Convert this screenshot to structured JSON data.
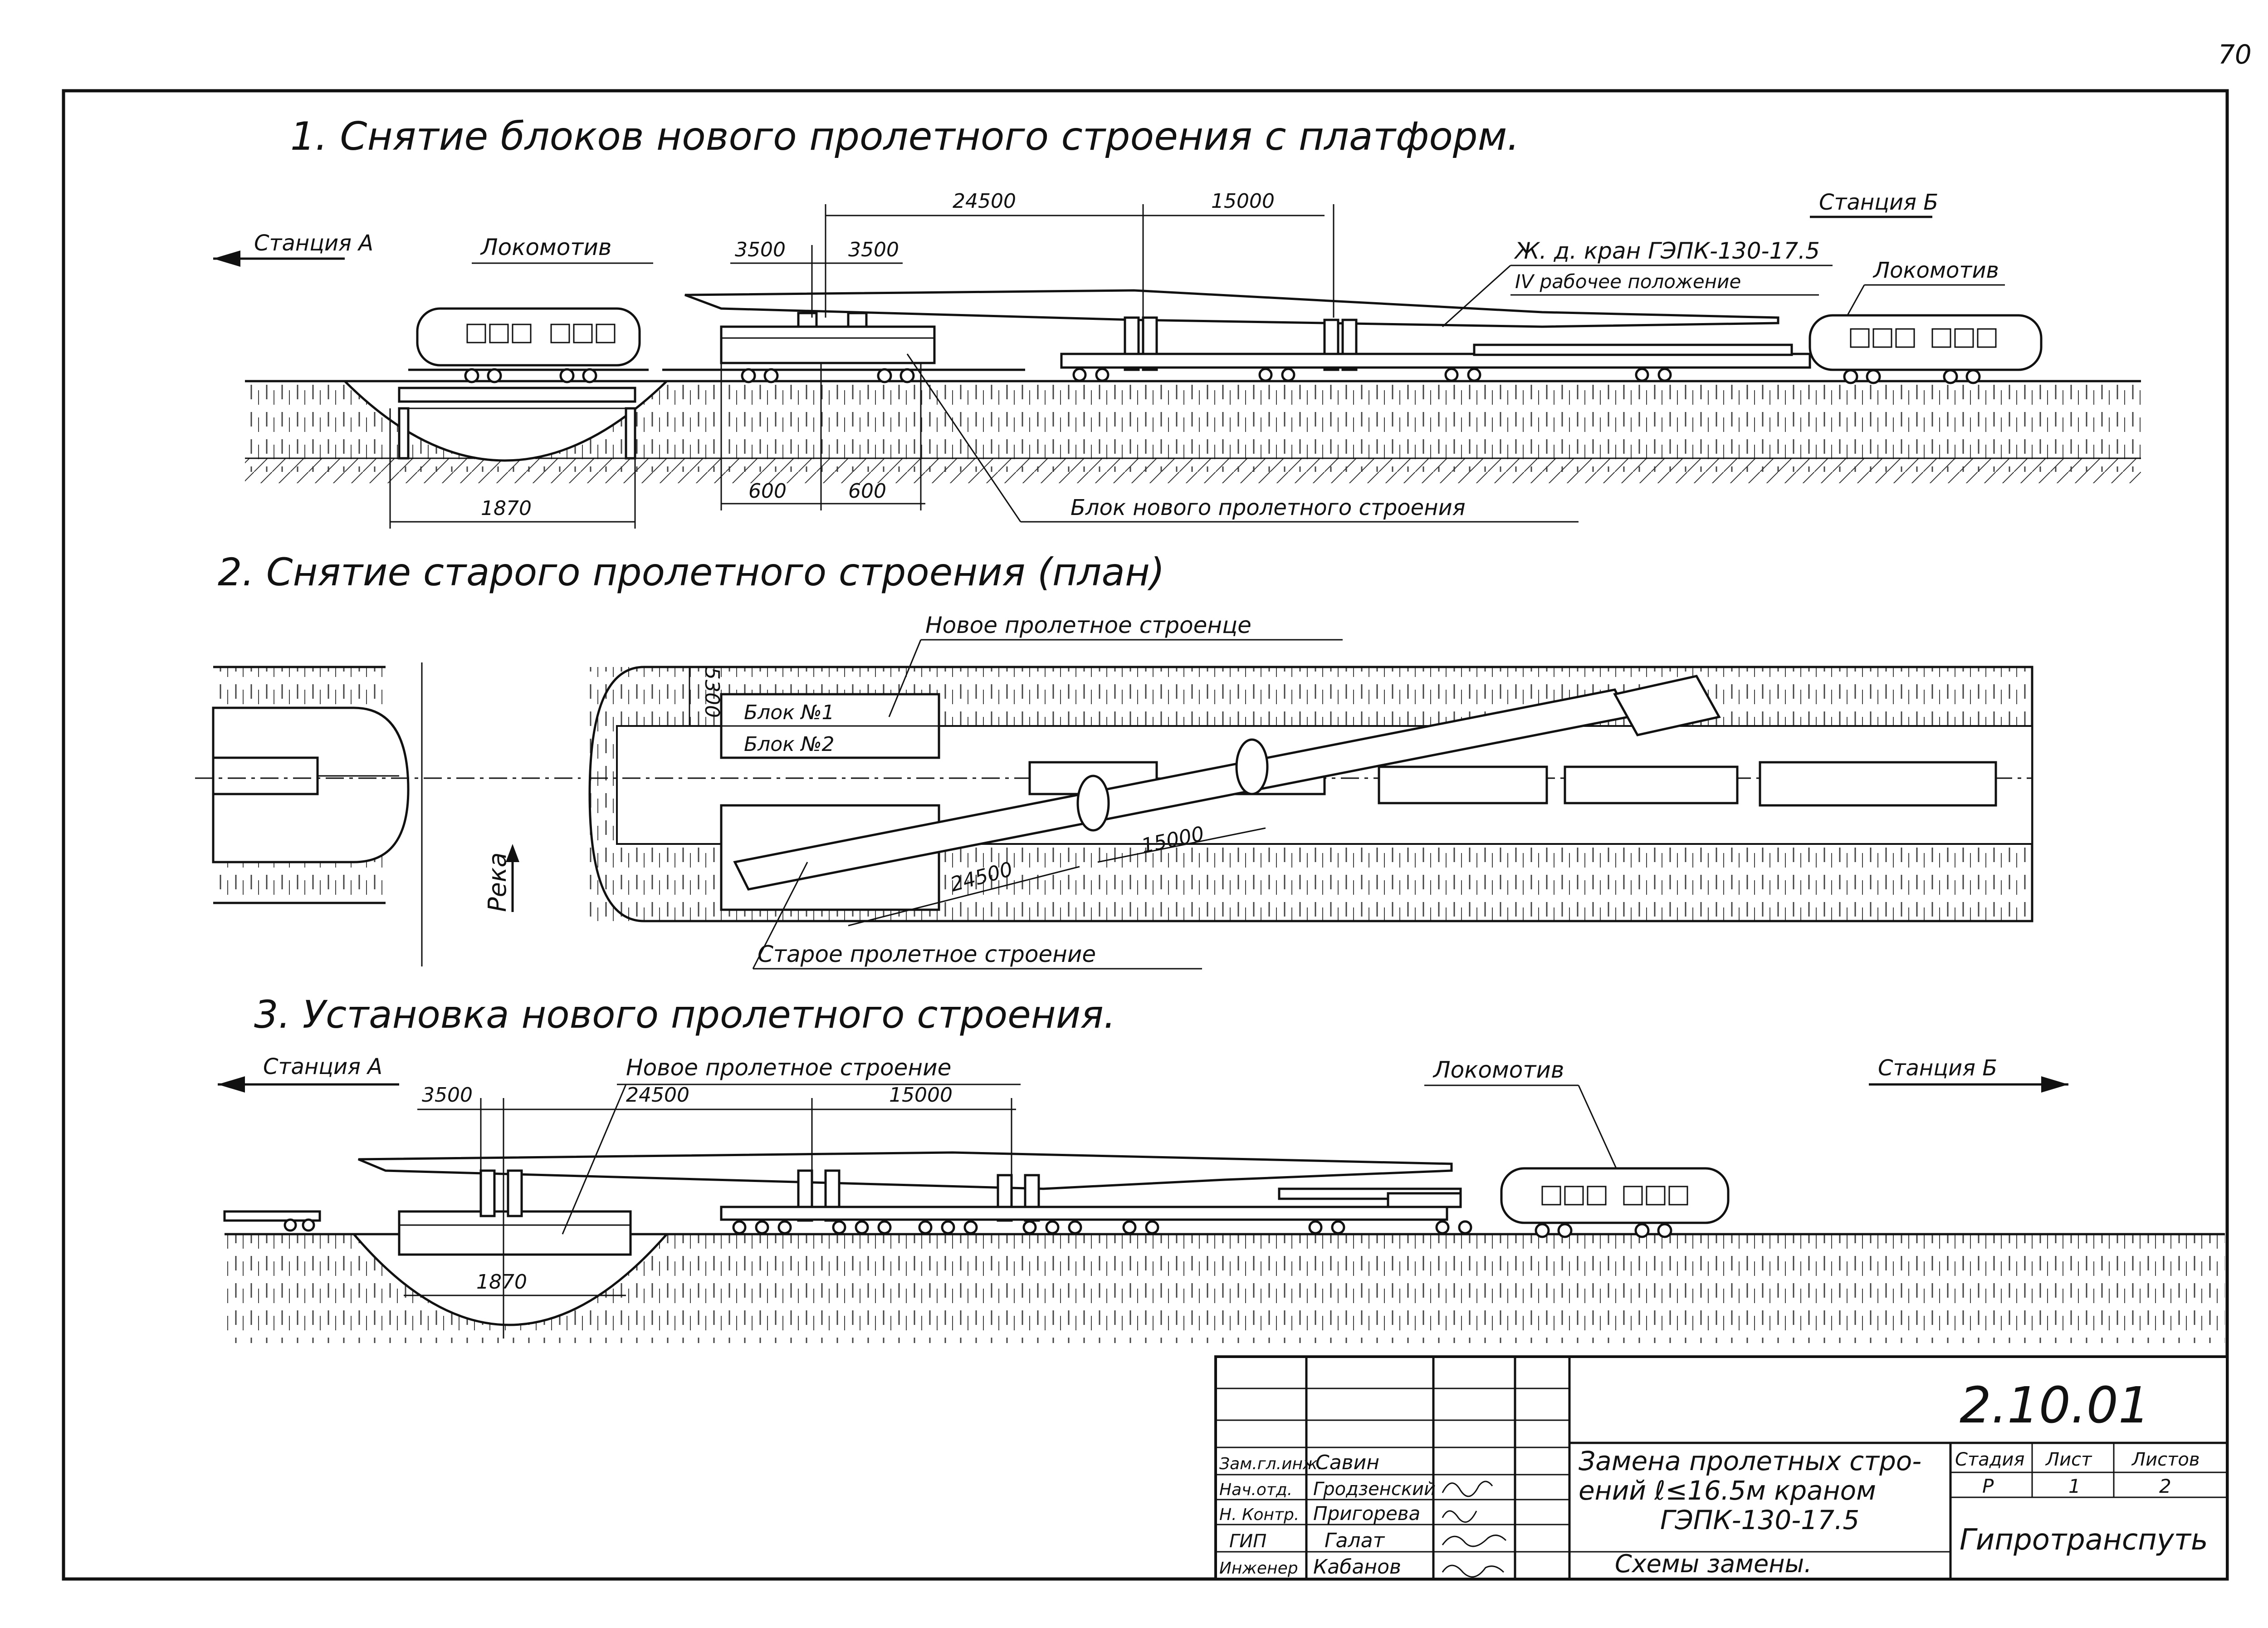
{
  "page_number": "70",
  "section1": {
    "title": "1.  Снятие  блоков  нового  пролетного  строения  с  платформ.",
    "station_a": "Станция А",
    "station_b": "Станция Б",
    "locomotive_left": "Локомотив",
    "locomotive_right": "Локомотив",
    "crane_label": "Ж. д. кран ГЭПК-130-17.5",
    "crane_position": "IV рабочее положение",
    "block_label": "Блок  нового  пролетного  строения",
    "dims": {
      "d24500": "24500",
      "d15000": "15000",
      "d3500a": "3500",
      "d3500b": "3500",
      "d600a": "600",
      "d600b": "600",
      "d1870": "1870"
    }
  },
  "section2": {
    "title": "2.  Снятие  старого  пролетного  строения   (план)",
    "new_span": "Новое  пролетное  строенце",
    "block1": "Блок №1",
    "block2": "Блок №2",
    "river": "Река",
    "old_span": "Старое  пролетное  строение",
    "dims": {
      "d5300": "5300",
      "d24500": "24500",
      "d15000": "15000"
    }
  },
  "section3": {
    "title": "3.  Установка  нового  пролетного  строения.",
    "station_a": "Станция А",
    "station_b": "Станция Б",
    "new_span": "Новое  пролетное  строение",
    "locomotive": "Локомотив",
    "dims": {
      "d3500": "3500",
      "d24500": "24500",
      "d15000": "15000",
      "d1870": "1870"
    }
  },
  "title_block": {
    "drawing_number": "2.10.01",
    "roles": [
      "Зам.гл.инж.",
      "Нач.отд.",
      "Н. Контр.",
      "ГИП",
      "Инженер"
    ],
    "names": [
      "Савин",
      "Гродзенский",
      "Пригорева",
      "Галат",
      "Кабанов"
    ],
    "title_line1": "Замена пролетных стро-",
    "title_line2": "ений  ℓ≤16.5м краном",
    "title_line3": "ГЭПК-130-17.5",
    "subtitle": "Схемы замены.",
    "stage_header": "Стадия",
    "sheet_header": "Лист",
    "sheets_header": "Листов",
    "stage": "Р",
    "sheet": "1",
    "sheets": "2",
    "organization": "Гипротранспуть"
  }
}
